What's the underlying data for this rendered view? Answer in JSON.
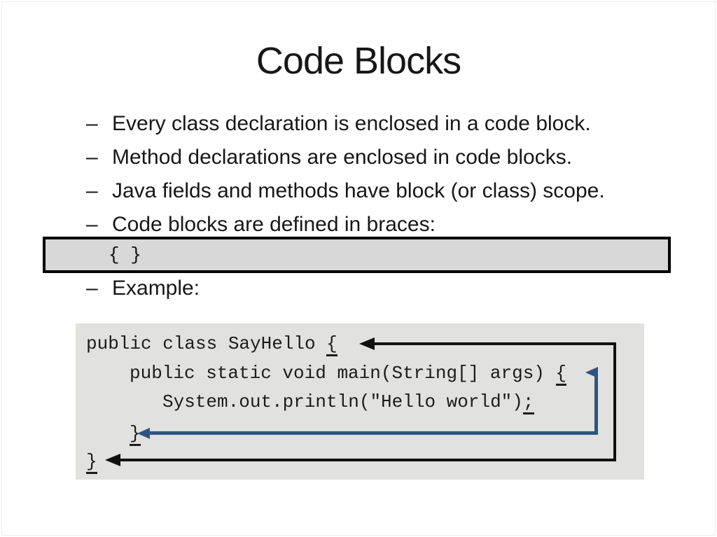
{
  "slide": {
    "title": "Code Blocks",
    "bullet_char": "–",
    "bullets": [
      "Every class declaration is enclosed in a code block.",
      "Method declarations are enclosed in code blocks.",
      "Java fields and methods have block (or class) scope.",
      "Code blocks are defined in braces:"
    ],
    "brace_box_text": "{ }",
    "example_label": "Example:",
    "code": {
      "lines": [
        {
          "pre": "public class SayHello ",
          "mark": "{"
        },
        {
          "pre": "public static void main(String[] args) ",
          "mark": "{"
        },
        {
          "pre": "System.out.println(\"Hello world\")",
          "mark": ";"
        },
        {
          "pre": "",
          "mark": "}"
        },
        {
          "pre": "",
          "mark": "}"
        }
      ]
    },
    "colors": {
      "outer_arrow": "#111111",
      "inner_arrow": "#2e5482",
      "code_background": "#e1e1df",
      "brace_bar_background": "#d8d8d8"
    }
  }
}
